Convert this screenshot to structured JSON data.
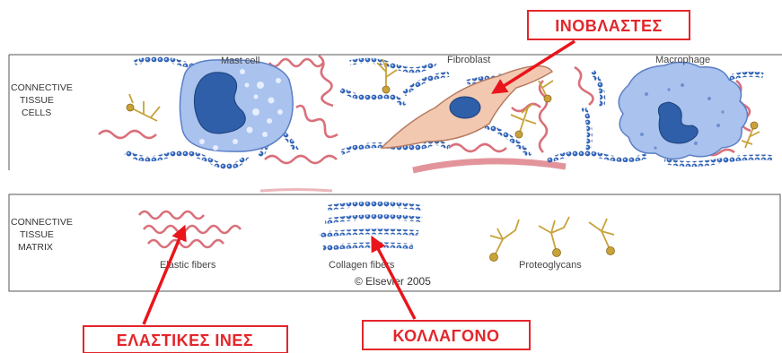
{
  "panels": {
    "cells": {
      "label_lines": [
        "CONNECTIVE",
        "TISSUE",
        "CELLS"
      ]
    },
    "matrix": {
      "label_lines": [
        "CONNECTIVE",
        "TISSUE",
        "MATRIX"
      ]
    }
  },
  "cell_labels": {
    "mast_cell": "Mast cell",
    "fibroblast": "Fibroblast",
    "macrophage": "Macrophage"
  },
  "matrix_labels": {
    "elastic": "Elastic fibers",
    "collagen": "Collagen fibers",
    "proteoglycans": "Proteoglycans"
  },
  "copyright": "© Elsevier 2005",
  "callouts": {
    "fibroblasts": "ΙΝΟΒΛΑΣΤΕΣ",
    "elastic": "ΕΛΑΣΤΙΚΕΣ ΙΝΕΣ",
    "collagen": "ΚΟΛΛΑΓΟΝΟ"
  },
  "colors": {
    "callout_red": "#e3262b",
    "collagen_blue": "#3b6fc4",
    "elastic_pink": "#d9707a",
    "proteoglycan_gold": "#c9a23a",
    "cell_blue": "#9db5e6",
    "nucleus_blue": "#2f5fa8",
    "fibroblast_peach": "#f2c9b0"
  }
}
